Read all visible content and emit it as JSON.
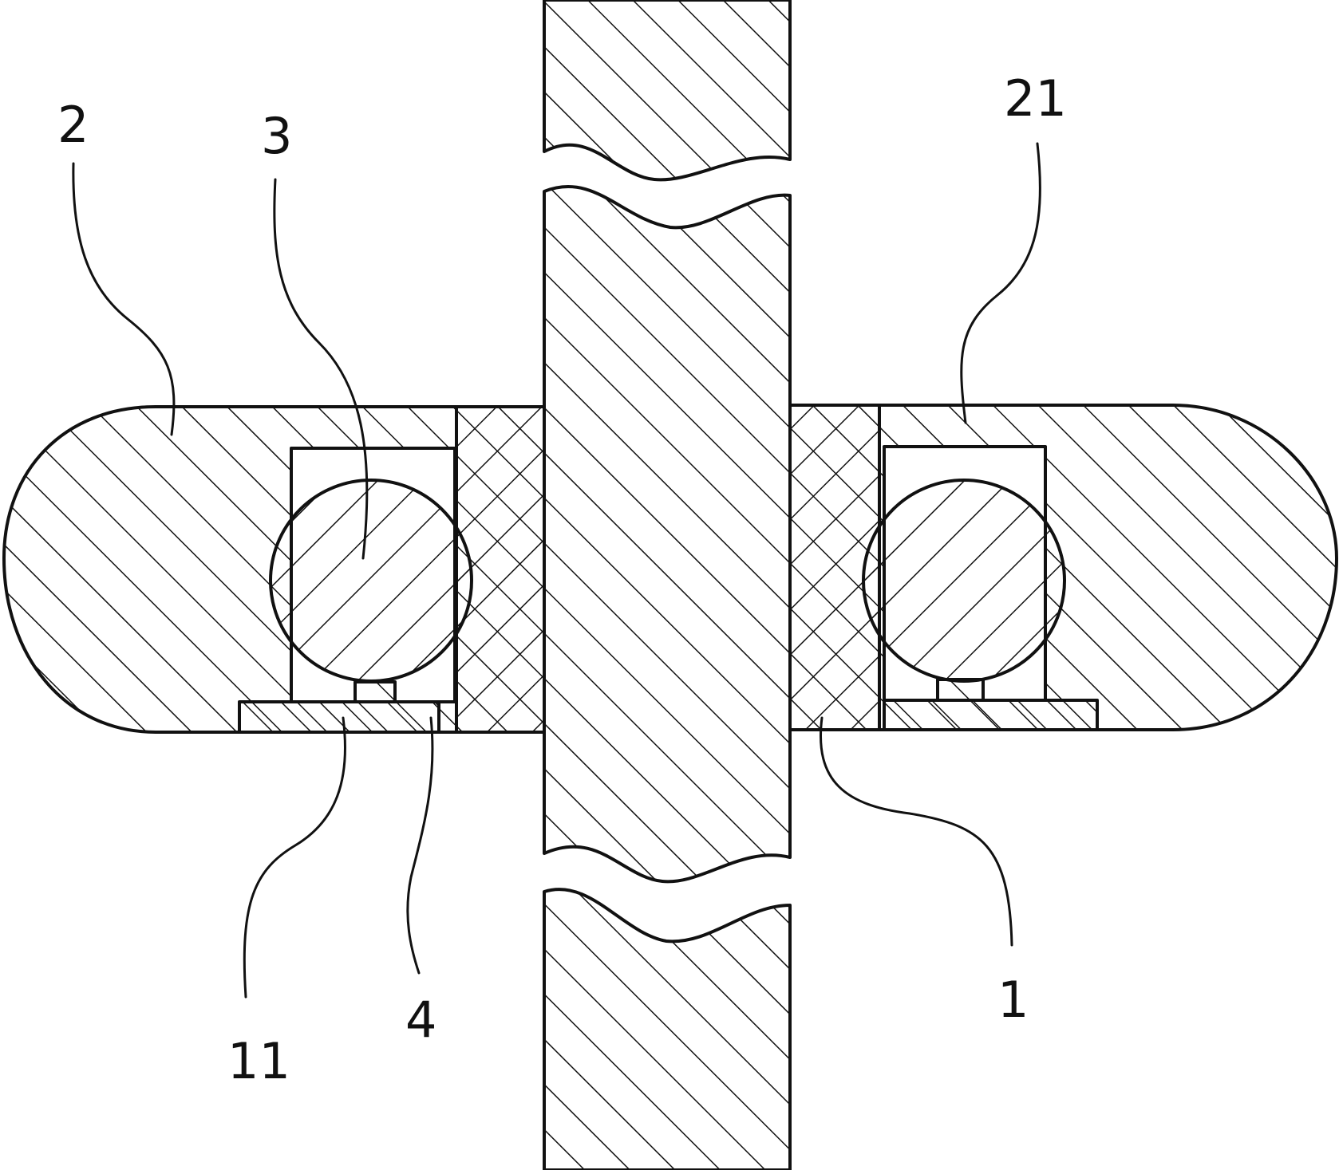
{
  "labels": {
    "housing": "2",
    "ball": "3",
    "outer_ring_groove": "21",
    "inner_ring_flange": "11",
    "retainer": "4",
    "inner_ring": "1"
  },
  "colors": {
    "ink": "#111111",
    "background": "#ffffff"
  }
}
